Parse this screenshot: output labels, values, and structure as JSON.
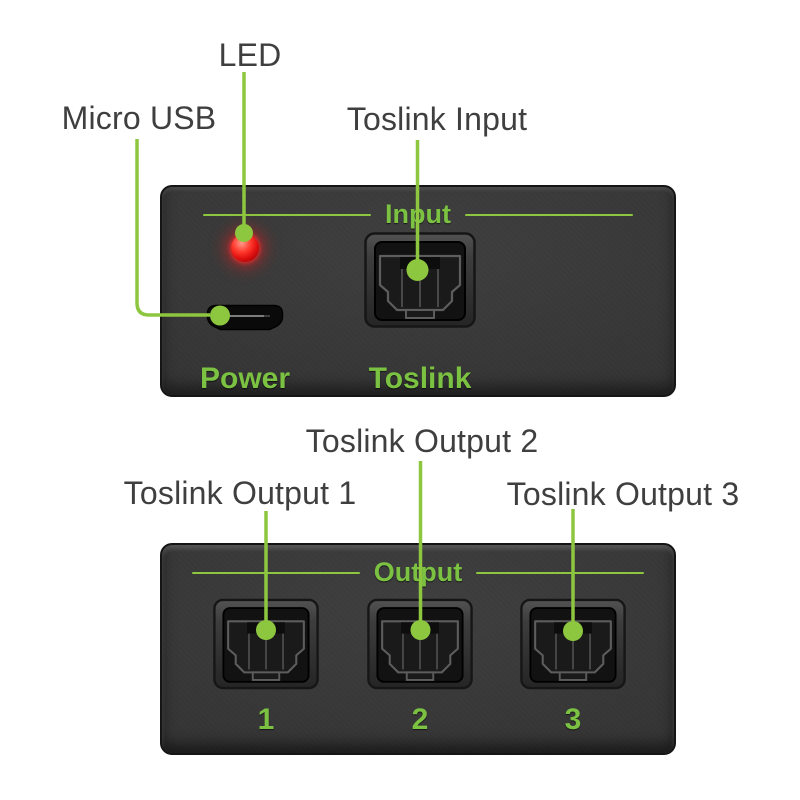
{
  "figure": {
    "background": "#ffffff",
    "leader_green": "#8dc63f",
    "device_text_green": "#7cc242",
    "label_color": "#3f3f3f",
    "panel_color": "#383838",
    "led_color": "#e01010"
  },
  "input_view": {
    "section_label": "Input",
    "callouts": {
      "led": "LED",
      "micro_usb": "Micro USB",
      "toslink_input": "Toslink Input"
    },
    "port_captions": {
      "power": "Power",
      "toslink": "Toslink"
    },
    "icons": {
      "led_indicator": "red-led-icon",
      "power_port": "micro-usb-port-icon",
      "input_port": "toslink-port-icon"
    }
  },
  "output_view": {
    "section_label": "Output",
    "callouts": {
      "output1": "Toslink Output 1",
      "output2": "Toslink Output 2",
      "output3": "Toslink Output 3"
    },
    "port_numbers": [
      "1",
      "2",
      "3"
    ],
    "icons": {
      "output_ports": "toslink-port-icon"
    }
  }
}
